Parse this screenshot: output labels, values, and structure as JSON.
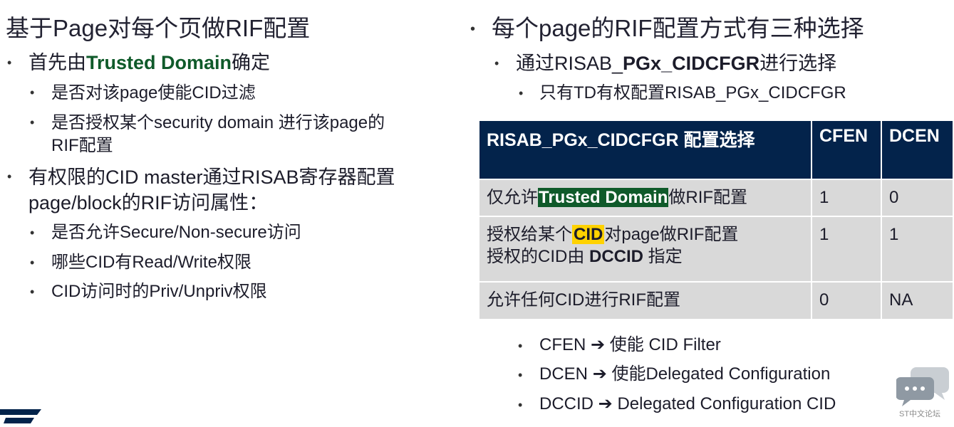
{
  "left": {
    "title": "基于Page对每个页做RIF配置",
    "b1": {
      "prefix": "首先由",
      "highlight": "Trusted Domain",
      "suffix": "确定"
    },
    "b1_subs": [
      "是否对该page使能CID过滤",
      "是否授权某个security domain 进行该page的",
      "RIF配置"
    ],
    "b2_lines": [
      "有权限的CID master通过RISAB寄存器配置",
      "page/block的RIF访问属性："
    ],
    "b2_subs": [
      "是否允许Secure/Non-secure访问",
      "哪些CID有Read/Write权限",
      "CID访问时的Priv/Unpriv权限"
    ]
  },
  "right": {
    "title": "每个page的RIF配置方式有三种选择",
    "sub1": {
      "prefix": "通过RISAB_",
      "bold": "PGx_CIDCFGR",
      "suffix": "进行选择"
    },
    "sub2": "只有TD有权配置RISAB_PGx_CIDCFGR",
    "table": {
      "headers": [
        "RISAB_PGx_CIDCFGR 配置选择",
        "CFEN",
        "DCEN"
      ],
      "row1": {
        "prefix": "仅允许",
        "highlight": "Trusted Domain",
        "suffix": "做RIF配置",
        "cfen": "1",
        "dcen": "0"
      },
      "row2": {
        "prefix": "授权给某个",
        "highlight": "CID",
        "suffix": "对page做RIF配置",
        "line2_prefix": "授权的CID由 ",
        "line2_bold": "DCCID",
        "line2_suffix": " 指定",
        "cfen": "1",
        "dcen": "1"
      },
      "row3": {
        "text": "允许任何CID进行RIF配置",
        "cfen": "0",
        "dcen": "NA"
      }
    },
    "notes": [
      {
        "term": "CFEN",
        "arrow": "➔",
        "desc": "使能 CID Filter"
      },
      {
        "term": "DCEN",
        "arrow": "➔",
        "desc": "使能Delegated Configuration"
      },
      {
        "term": "DCCID",
        "arrow": "➔",
        "desc": "Delegated Configuration CID"
      }
    ]
  },
  "footer": {
    "forum_caption": "ST中文论坛"
  },
  "colors": {
    "header_navy": "#03234b",
    "td_green": "#0f5a2a",
    "cid_yellow": "#ffd200",
    "row_gray": "#d9d9d9"
  }
}
